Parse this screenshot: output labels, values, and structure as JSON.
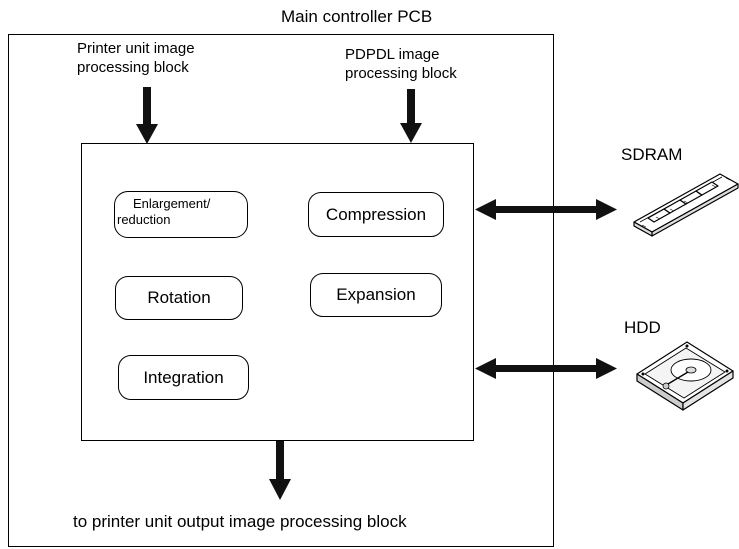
{
  "diagram": {
    "pcb_title": "Main controller PCB",
    "printer_input_label": [
      "Printer unit image",
      "processing block"
    ],
    "pdpdl_input_label": [
      "PDPDL image",
      "processing block"
    ],
    "functions": {
      "enlargement": [
        "Enlargement/",
        "reduction"
      ],
      "compression": "Compression",
      "rotation": "Rotation",
      "expansion": "Expansion",
      "integration": "Integration"
    },
    "sdram_label": "SDRAM",
    "hdd_label": "HDD",
    "output_label": "to printer unit output image processing block"
  }
}
